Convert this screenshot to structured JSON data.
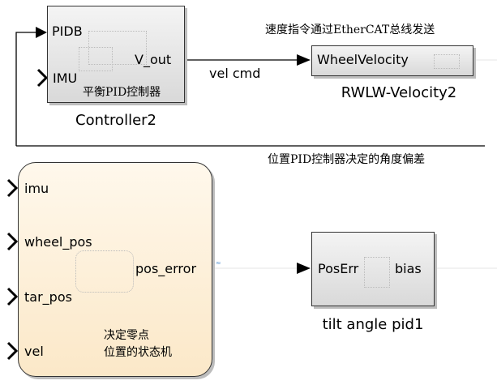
{
  "blocks": {
    "controller": {
      "inputs": [
        "PIDB",
        "IMU"
      ],
      "output": "V_out",
      "inner_label": "平衡PID控制器",
      "caption": "Controller2"
    },
    "wheel": {
      "input": "WheelVelocity",
      "caption": "RWLW-Velocity2"
    },
    "state_machine": {
      "inputs": [
        "imu",
        "wheel_pos",
        "tar_pos",
        "vel"
      ],
      "output": "pos_error",
      "inner_label_line1": "决定零点",
      "inner_label_line2": "位置的状态机"
    },
    "tilt": {
      "input": "PosErr",
      "output": "bias",
      "caption": "tilt angle pid1"
    }
  },
  "signals": {
    "vel_cmd": "vel cmd"
  },
  "annotations": {
    "ethercat_note": "速度指令通过EtherCAT总线发送",
    "bias_note": "位置PID控制器决定的角度偏差"
  }
}
